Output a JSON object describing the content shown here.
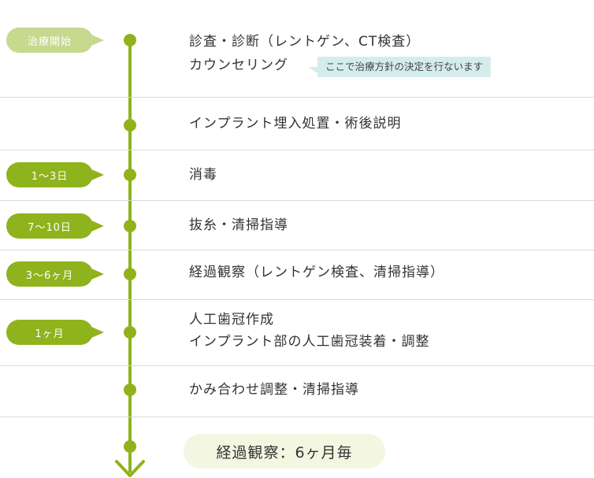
{
  "colors": {
    "accent": "#8fb31d",
    "accent_light": "#c6d98e",
    "note_bg": "#d5ecec",
    "final_bg": "#f3f7e1",
    "divider": "#d9d9d9"
  },
  "icons": {
    "arrow": "chevron-down-arrow-icon"
  },
  "steps": [
    {
      "badge": "治療開始",
      "lines": [
        "診査・診断（レントゲン、CT検査）",
        "カウンセリング"
      ],
      "note": "ここで治療方針の決定を行ないます"
    },
    {
      "badge": "",
      "lines": [
        "インプラント埋入処置・術後説明"
      ]
    },
    {
      "badge": "1〜3日",
      "lines": [
        "消毒"
      ]
    },
    {
      "badge": "7〜10日",
      "lines": [
        "抜糸・清掃指導"
      ]
    },
    {
      "badge": "3〜6ヶ月",
      "lines": [
        "経過観察（レントゲン検査、清掃指導）"
      ]
    },
    {
      "badge": "1ヶ月",
      "lines": [
        "人工歯冠作成",
        "インプラント部の人工歯冠装着・調整"
      ]
    },
    {
      "badge": "",
      "lines": [
        "かみ合わせ調整・清掃指導"
      ]
    }
  ],
  "final": {
    "label": "経過観察：6ヶ月毎"
  }
}
